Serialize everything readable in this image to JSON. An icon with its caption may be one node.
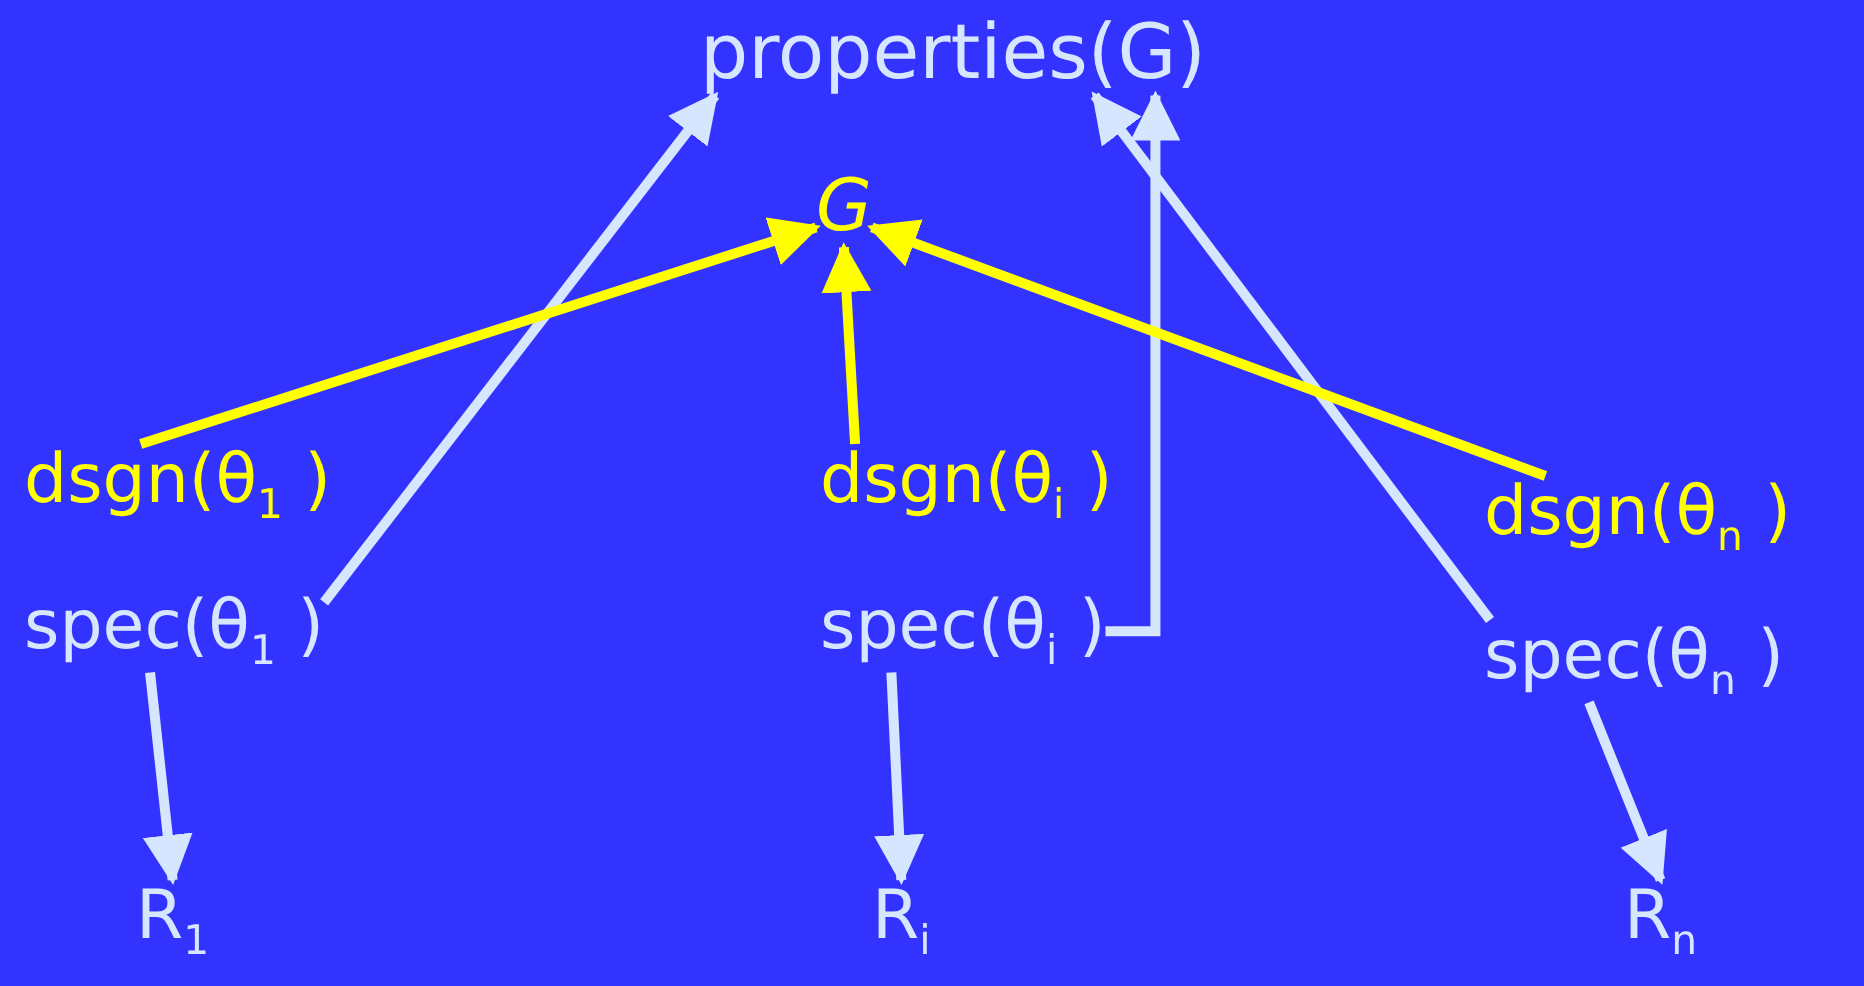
{
  "diagram": {
    "nodes": [
      {
        "text": [
          "properties(G)"
        ]
      },
      {
        "text": [
          "G"
        ]
      },
      {
        "text": [
          "dsgn(θ$_{1}$ )"
        ]
      },
      {
        "text": [
          "spec(θ$_{1}$ )"
        ]
      },
      {
        "text": [
          "R$_{1}$"
        ]
      },
      {
        "text": [
          "dsgn(θ$_{i}$ )"
        ]
      },
      {
        "text": [
          "spec(θ$_{i}$ )"
        ]
      },
      {
        "text": [
          "R$_{i}$"
        ]
      },
      {
        "text": [
          "dsgn(θ$_{n}$ )"
        ]
      },
      {
        "text": [
          "spec(θ$_{n}$ )"
        ]
      },
      {
        "text": [
          "R$_{n}$"
        ]
      }
    ],
    "edges": [
      {
        "from": 3,
        "to": 0,
        "arrow": "to"
      },
      {
        "from": 6,
        "to": 0,
        "arrow": "to"
      },
      {
        "from": 9,
        "to": 0,
        "arrow": "to"
      },
      {
        "from": 2,
        "to": 1,
        "arrow": "to",
        "color": "#ffff00"
      },
      {
        "from": 5,
        "to": 1,
        "arrow": "to",
        "color": "#ffff00"
      },
      {
        "from": 8,
        "to": 1,
        "arrow": "to",
        "color": "#ffff00"
      },
      {
        "from": 3,
        "to": 4,
        "arrow": "to"
      },
      {
        "from": 6,
        "to": 7,
        "arrow": "to"
      },
      {
        "from": 9,
        "to": 10,
        "arrow": "to"
      }
    ]
  }
}
